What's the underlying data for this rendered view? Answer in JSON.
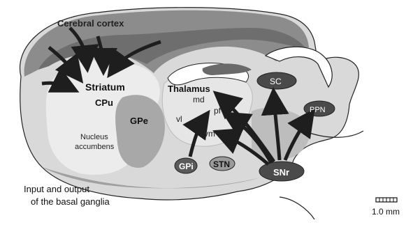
{
  "labels": {
    "cortex": "Cerebral cortex",
    "striatum": "Striatum",
    "cpu": "CPu",
    "nucleus_accumbens_1": "Nucleus",
    "nucleus_accumbens_2": "accumbens",
    "gpe": "GPe",
    "thalamus": "Thalamus",
    "md": "md",
    "pf": "pf",
    "vl": "vl",
    "vm": "vm",
    "sc": "SC",
    "ppn": "PPN",
    "gpi": "GPi",
    "stn": "STN",
    "snr": "SNr"
  },
  "caption": {
    "line1": "Input and output",
    "line2": "of the basal ganglia"
  },
  "scale_bar": {
    "label": "1.0 mm"
  },
  "colors": {
    "cortex_gray": "#8c8c8c",
    "cortex_dark_band": "#5a5a5a",
    "brain_light": "#d9d9d9",
    "striatum_area": "#e8e8e8",
    "gpe_gray": "#a8a8a8",
    "nucleus_dark": "#4a4a4a",
    "arrow_dark": "#1e1e1e",
    "outline": "#222222"
  }
}
